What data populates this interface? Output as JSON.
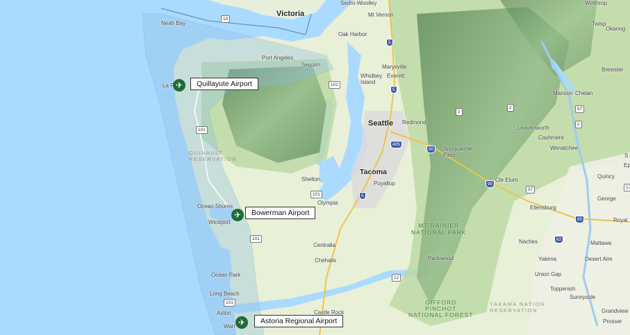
{
  "airports": [
    {
      "name": "Quillayute Airport",
      "icon": "airplane-icon"
    },
    {
      "name": "Bowerman Airport",
      "icon": "airplane-icon"
    },
    {
      "name": "Astoria Regional Airport",
      "icon": "airplane-icon"
    }
  ],
  "places": {
    "victoria": "Victoria",
    "neah_bay": "Neah Bay",
    "port_angeles": "Port Angeles",
    "sequim": "Sequim",
    "la_push": "La P",
    "mt_vernon": "Mt Vernon",
    "oak_harbor": "Oak Harbor",
    "marysville": "Marysville",
    "whidbey_island": "Whidbey\nIsland",
    "everett": "Everett",
    "seattle": "Seattle",
    "redmond": "Redmond",
    "tacoma": "Tacoma",
    "puyallup": "Puyallup",
    "shelton": "Shelton",
    "olympia": "Olympia",
    "ocean_shores": "Ocean Shores",
    "westport": "Westport",
    "centralia": "Centralia",
    "chehalis": "Chehalis",
    "ocean_park": "Ocean Park",
    "long_beach": "Long Beach",
    "astoria": "Astori",
    "warrenton": "Warr",
    "castle_rock": "Castle Rock",
    "packwood": "Packwood",
    "snoqualmie_pass": "Snoqualmie\nPass",
    "cle_elum": "Cle Elum",
    "ellensburg": "Ellensburg",
    "naches": "Naches",
    "yakima": "Yakima",
    "union_gap": "Union Gap",
    "toppenish": "Toppenish",
    "sunnyside": "Sunnyside",
    "grandview": "Grandview",
    "prosser": "Prosser",
    "leavenworth": "Leavenworth",
    "cashmere": "Cashmere",
    "wenatchee": "Wenatchee",
    "manson": "Manson",
    "chelan": "Chelan",
    "winthrop": "Winthrop",
    "twisp": "Twisp",
    "okanogan": "Okanog",
    "brewster": "Brewster",
    "quincy": "Quincy",
    "george": "George",
    "royal": "Royal",
    "mattawa": "Mattawa",
    "desert_aire": "Desert Aire",
    "ephrata": "Ep",
    "s_edge": "S",
    "sedro": "Sedro-Woolley"
  },
  "parks": {
    "rainier": "Mt Rainier\nNational Park",
    "gifford": "Gifford\nPinchot\nNational Forest",
    "quinault": "QUINAULT\nRESERVATION",
    "yakama": "YAKAMA NATION\nRESERVATION"
  },
  "routes": {
    "r14": "14",
    "r101a": "101",
    "r101b": "101",
    "r101c": "101",
    "r101d": "101",
    "r101e": "101",
    "r5a": "5",
    "r5b": "5",
    "r5c": "5",
    "r5d": "5",
    "r405": "405",
    "r90a": "90",
    "r90b": "90",
    "r90c": "90",
    "r2a": "2",
    "r2b": "2",
    "r2c": "2",
    "r97a": "97",
    "r97b": "97",
    "r12": "12",
    "r82": "82",
    "r17": "17"
  },
  "colors": {
    "water": "#aadaff",
    "land": "#e8f0d8",
    "forest": "#b9d9a3",
    "mountains": "#6f9a6a",
    "urban": "#dcdcdc",
    "coastal_zone": "#8fbfe0",
    "airport_marker": "#1e6b3a"
  }
}
